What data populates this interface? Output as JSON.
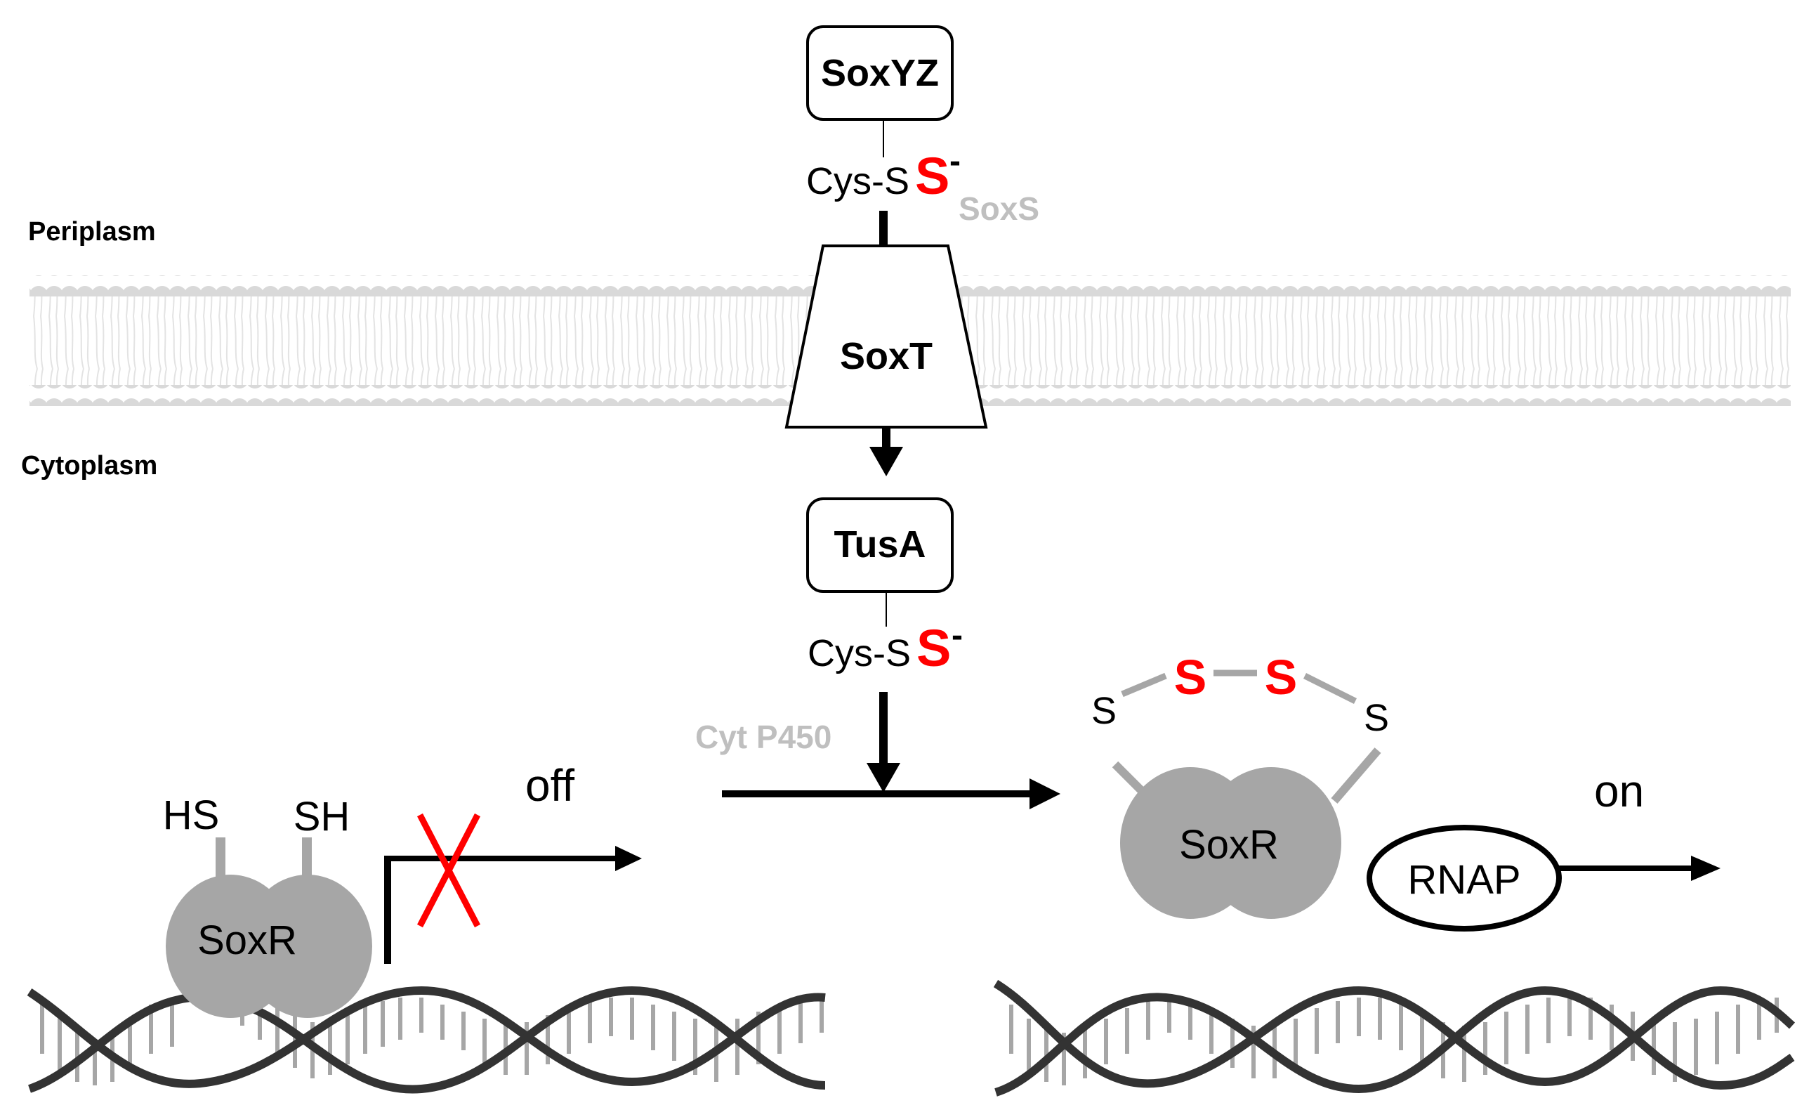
{
  "labels": {
    "periplasm": "Periplasm",
    "cytoplasm": "Cytoplasm",
    "soxyz": "SoxYZ",
    "soxt": "SoxT",
    "tusa": "TusA",
    "cys_s": "Cys-S",
    "s_red": "S",
    "minus": "-",
    "soxs": "SoxS",
    "cyt_p450": "Cyt P450",
    "hs": "HS",
    "sh": "SH",
    "soxr": "SoxR",
    "off": "off",
    "on": "on",
    "rnap": "RNAP",
    "s": "S"
  },
  "colors": {
    "black": "#000000",
    "red": "#ff0000",
    "grey_label": "#bfbfbf",
    "protein_grey": "#a6a6a6",
    "membrane_grey": "#d9d9d9",
    "dna_dark": "#333333",
    "dna_rung": "#a6a6a6"
  }
}
